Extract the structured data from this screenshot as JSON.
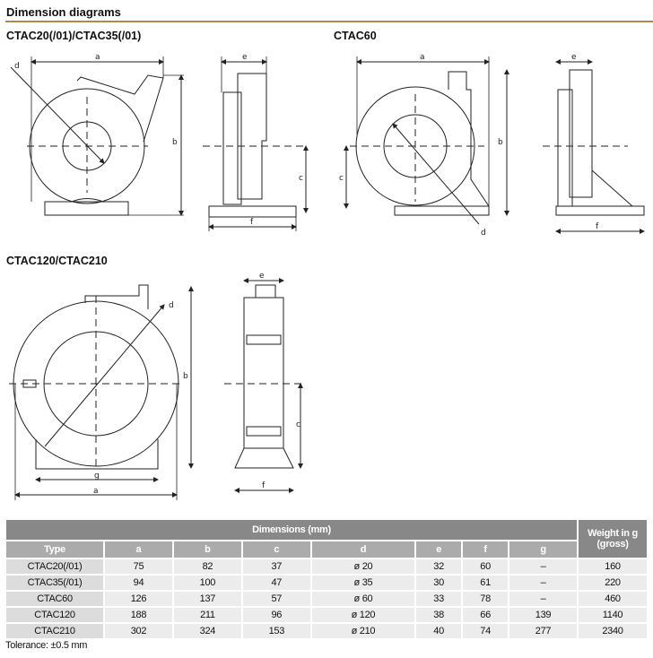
{
  "title": "Dimension diagrams",
  "diagrams": [
    {
      "title": "CTAC20(/01)/CTAC35(/01)",
      "labels": {
        "a": "a",
        "b": "b",
        "c": "c",
        "d": "d",
        "e": "e",
        "f": "f"
      }
    },
    {
      "title": "CTAC60",
      "labels": {
        "a": "a",
        "b": "b",
        "c": "c",
        "d": "d",
        "e": "e",
        "f": "f"
      }
    },
    {
      "title": "CTAC120/CTAC210",
      "labels": {
        "a": "a",
        "b": "b",
        "c": "c",
        "d": "d",
        "e": "e",
        "f": "f",
        "g": "g"
      }
    }
  ],
  "colors": {
    "rule": "#b0894f",
    "header": "#888888",
    "subheader": "#ababab"
  },
  "table": {
    "group_header": "Dimensions (mm)",
    "weight_header": "Weight in g (gross)",
    "columns": [
      "Type",
      "a",
      "b",
      "c",
      "d",
      "e",
      "f",
      "g"
    ],
    "rows": [
      [
        "CTAC20(/01)",
        "75",
        "82",
        "37",
        "ø 20",
        "32",
        "60",
        "–",
        "160"
      ],
      [
        "CTAC35(/01)",
        "94",
        "100",
        "47",
        "ø 35",
        "30",
        "61",
        "–",
        "220"
      ],
      [
        "CTAC60",
        "126",
        "137",
        "57",
        "ø 60",
        "33",
        "78",
        "–",
        "460"
      ],
      [
        "CTAC120",
        "188",
        "211",
        "96",
        "ø 120",
        "38",
        "66",
        "139",
        "1140"
      ],
      [
        "CTAC210",
        "302",
        "324",
        "153",
        "ø 210",
        "40",
        "74",
        "277",
        "2340"
      ]
    ]
  },
  "tolerance": "Tolerance: ±0.5 mm"
}
